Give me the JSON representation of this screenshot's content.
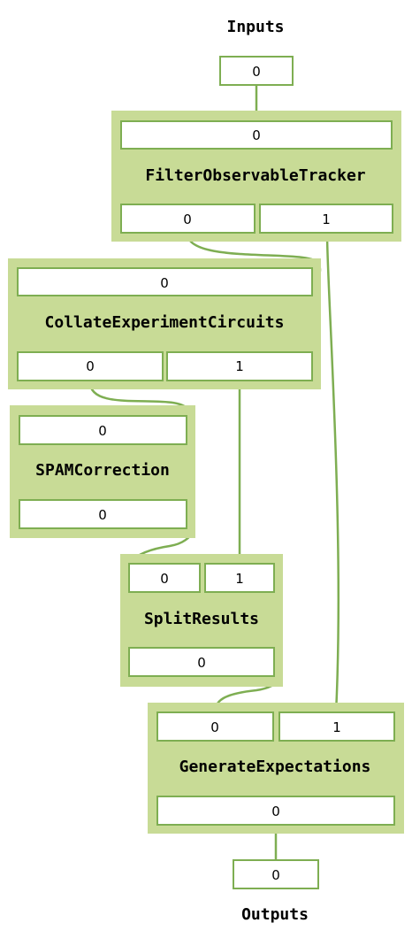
{
  "inputs_label": "Inputs",
  "outputs_label": "Outputs",
  "input_port": "0",
  "output_port": "0",
  "nodes": {
    "filter_observable_tracker": {
      "title": "FilterObservableTracker",
      "in_ports": [
        "0"
      ],
      "out_ports": [
        "0",
        "1"
      ]
    },
    "collate_experiment_circuits": {
      "title": "CollateExperimentCircuits",
      "in_ports": [
        "0"
      ],
      "out_ports": [
        "0",
        "1"
      ]
    },
    "spam_correction": {
      "title": "SPAMCorrection",
      "in_ports": [
        "0"
      ],
      "out_ports": [
        "0"
      ]
    },
    "split_results": {
      "title": "SplitResults",
      "in_ports": [
        "0",
        "1"
      ],
      "out_ports": [
        "0"
      ]
    },
    "generate_expectations": {
      "title": "GenerateExpectations",
      "in_ports": [
        "0",
        "1"
      ],
      "out_ports": [
        "0"
      ]
    }
  },
  "colors": {
    "node_fill": "#c8db96",
    "port_stroke": "#7eae52",
    "edge": "#7eae52"
  }
}
